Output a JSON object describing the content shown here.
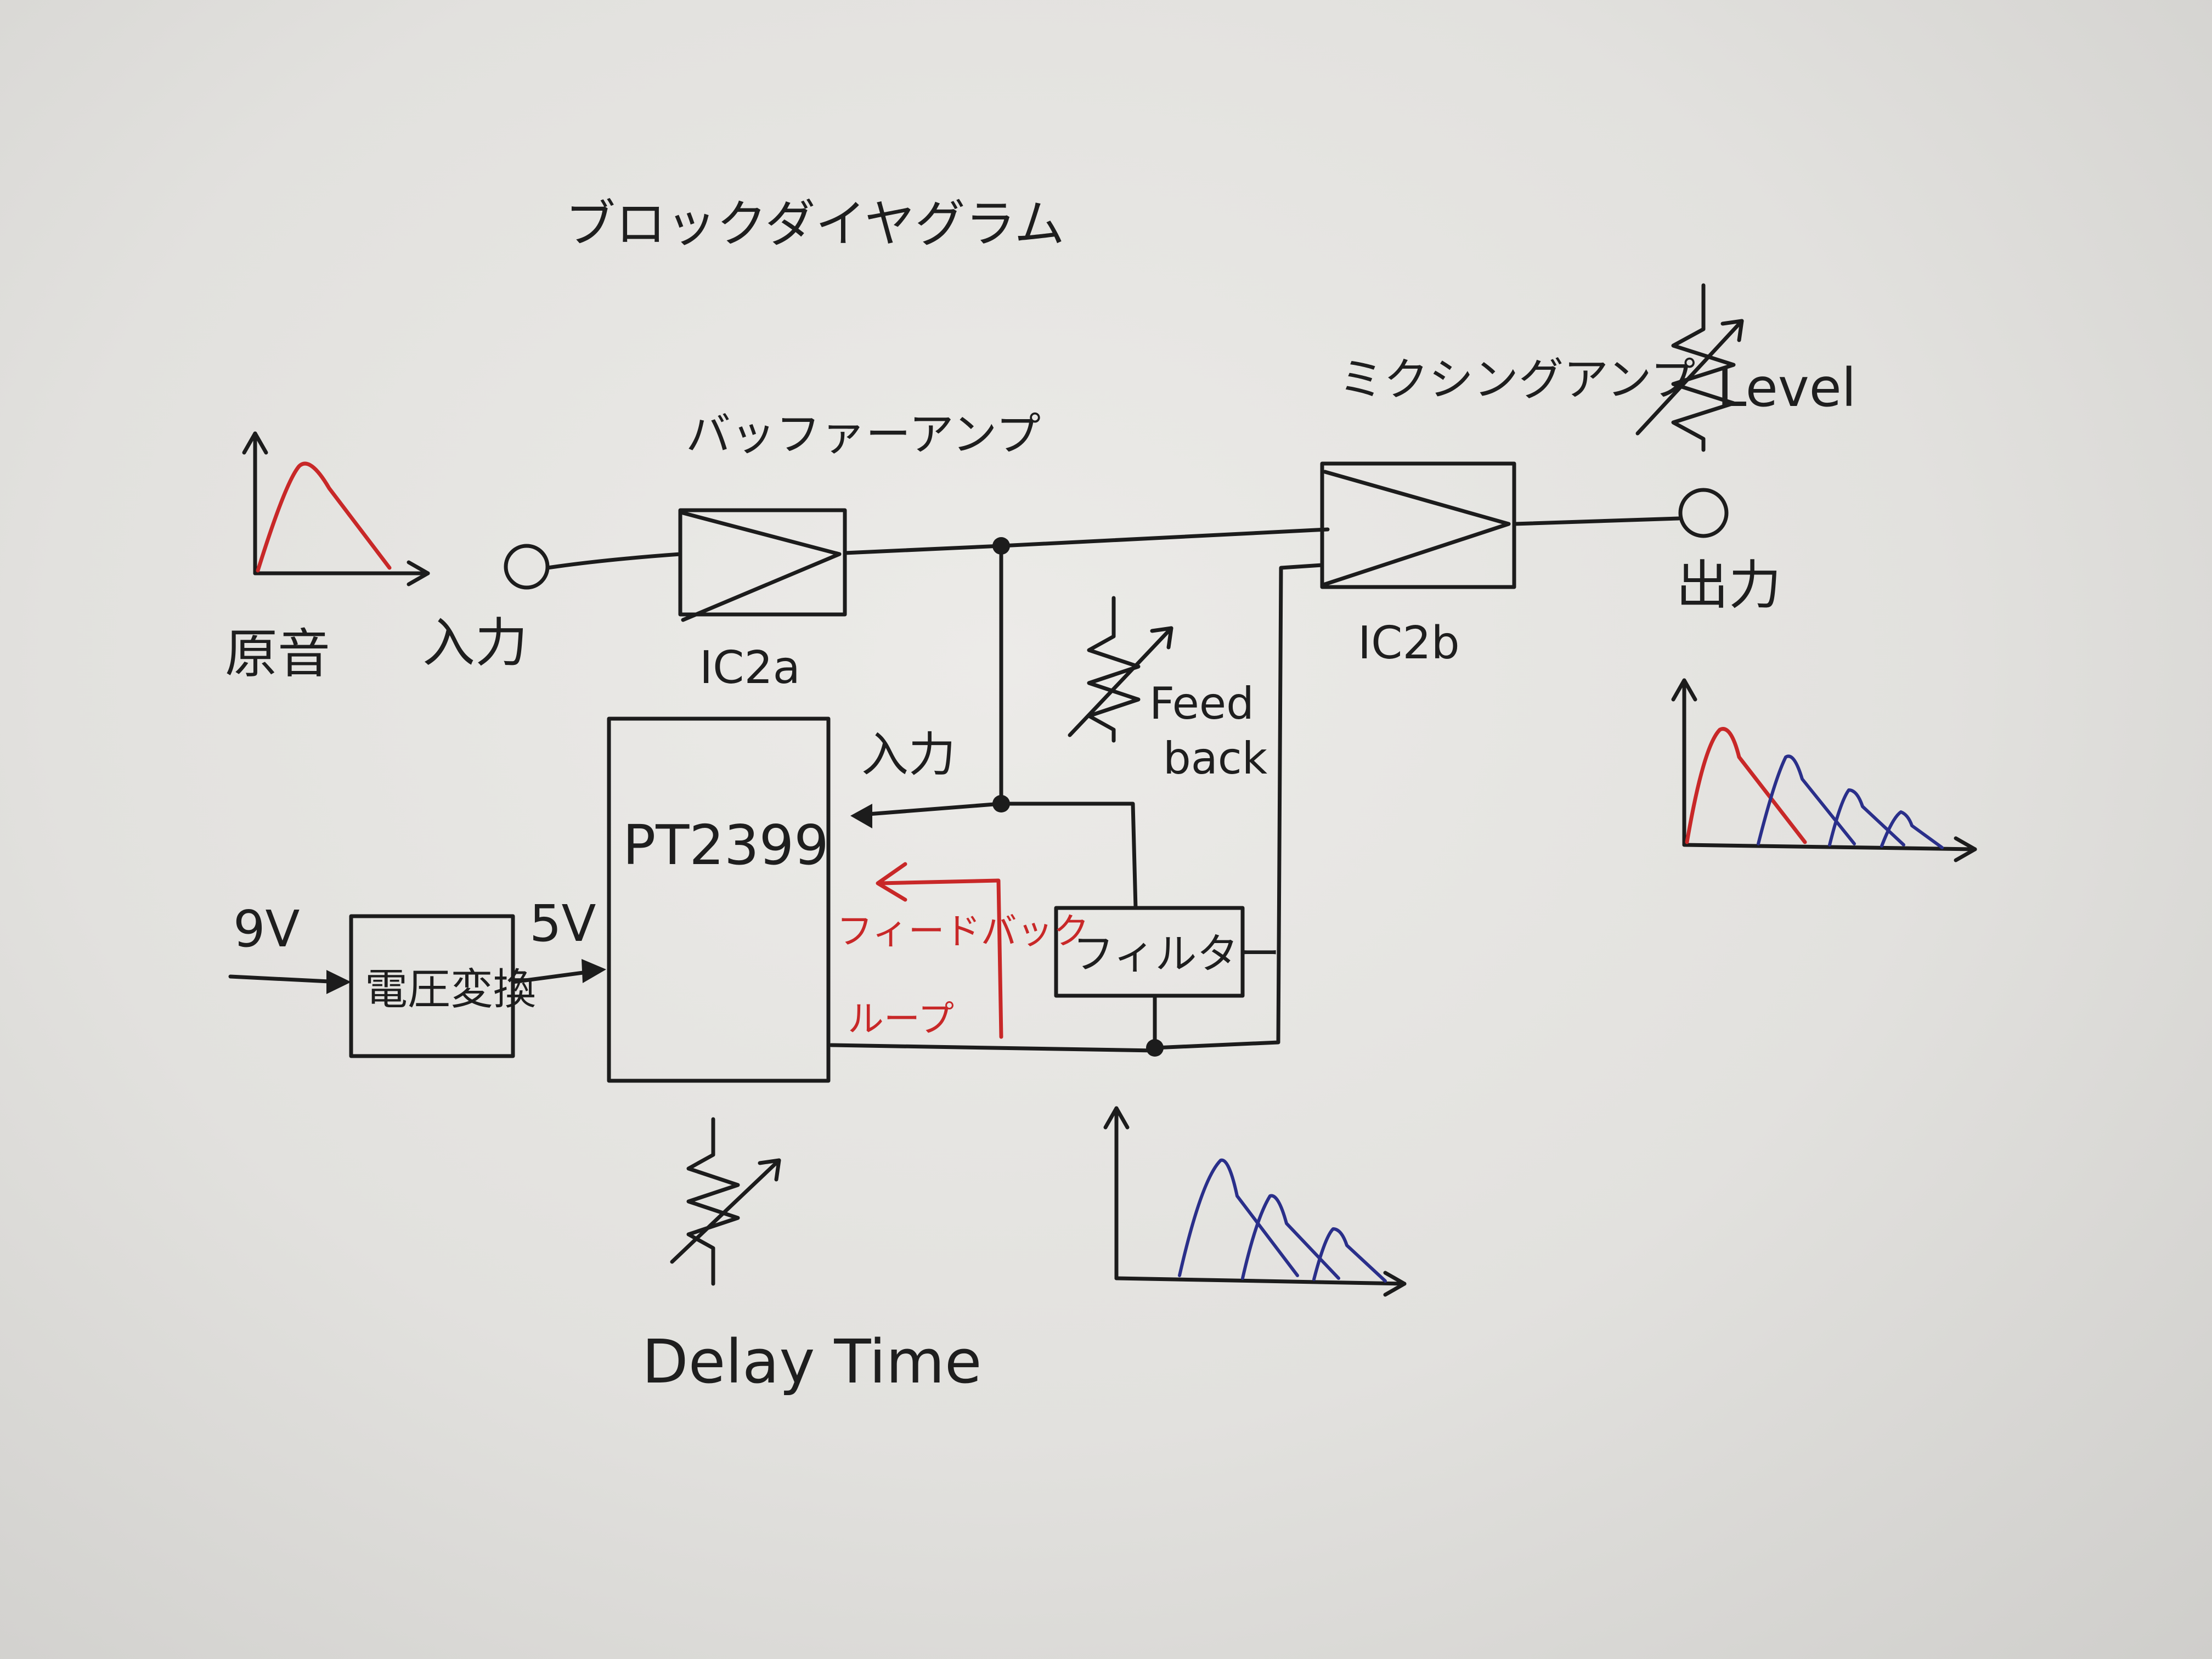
{
  "title": "ブロックダイヤグラム",
  "blocks": {
    "buffer_amp": {
      "name": "バッファーアンプ",
      "id": "IC2a"
    },
    "mixing_amp": {
      "name": "ミクシングアンプ",
      "id": "IC2b"
    },
    "delay_chip": {
      "name": "PT2399",
      "input_label": "入力"
    },
    "regulator": {
      "name": "電圧変換",
      "input_voltage": "9V",
      "output_voltage": "5V"
    },
    "filter": {
      "name": "フィルター"
    }
  },
  "signal": {
    "source_label": "原音",
    "input_label": "入力",
    "output_label": "出力"
  },
  "controls": {
    "level": "Level",
    "feedback_line1": "Feed",
    "feedback_line2": "back",
    "delay_time": "Delay Time"
  },
  "feedback_loop": {
    "line1": "フィードバック",
    "line2": "ループ",
    "color": "#c82828"
  },
  "colors": {
    "ink": "#1c1c1c",
    "original_wave": "#c82828",
    "delayed_wave": "#2a2f8a"
  }
}
